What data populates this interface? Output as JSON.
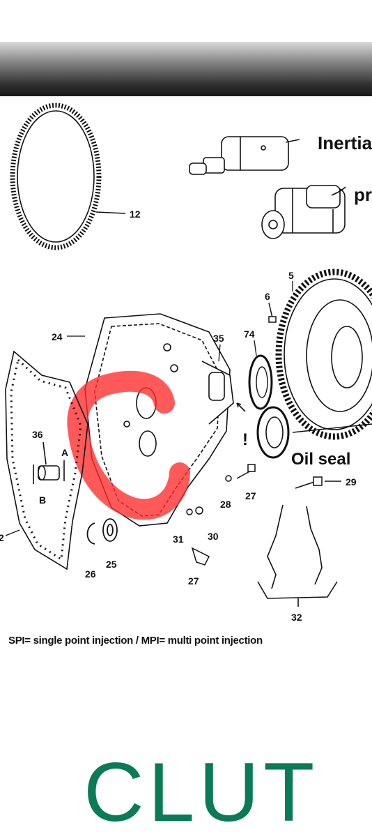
{
  "labels": {
    "n12": "12",
    "n5": "5",
    "n6": "6",
    "n74": "74",
    "n35": "35",
    "n24": "24",
    "n36": "36",
    "a": "A",
    "b": "B",
    "n2": "2",
    "n26": "26",
    "n25": "25",
    "n31": "31",
    "n30": "30",
    "n27a": "27",
    "n27b": "27",
    "n28": "28",
    "n29": "29",
    "n32": "32",
    "excl": "!"
  },
  "headings": {
    "inertia": "Inertia",
    "pre": "pr",
    "oil_seal": "Oil seal"
  },
  "footnote": "SPI= single point injection / MPI= multi point injection",
  "brand": "CLUT",
  "colors": {
    "highlight": "#ff2a2a",
    "brand": "#0b7a57",
    "ink": "#111111"
  }
}
